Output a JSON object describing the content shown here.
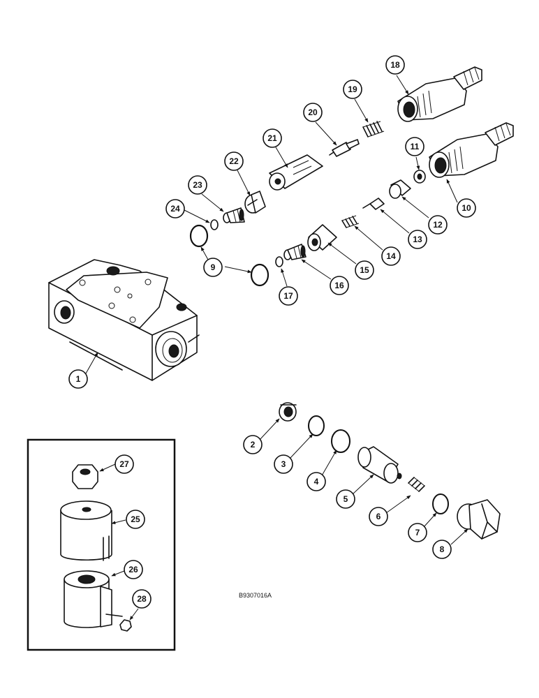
{
  "diagram_code": "B9307016A",
  "callouts": [
    "1",
    "2",
    "3",
    "4",
    "5",
    "6",
    "7",
    "8",
    "9",
    "10",
    "11",
    "12",
    "13",
    "14",
    "15",
    "16",
    "17",
    "18",
    "19",
    "20",
    "21",
    "22",
    "23",
    "24",
    "25",
    "26",
    "27",
    "28"
  ]
}
